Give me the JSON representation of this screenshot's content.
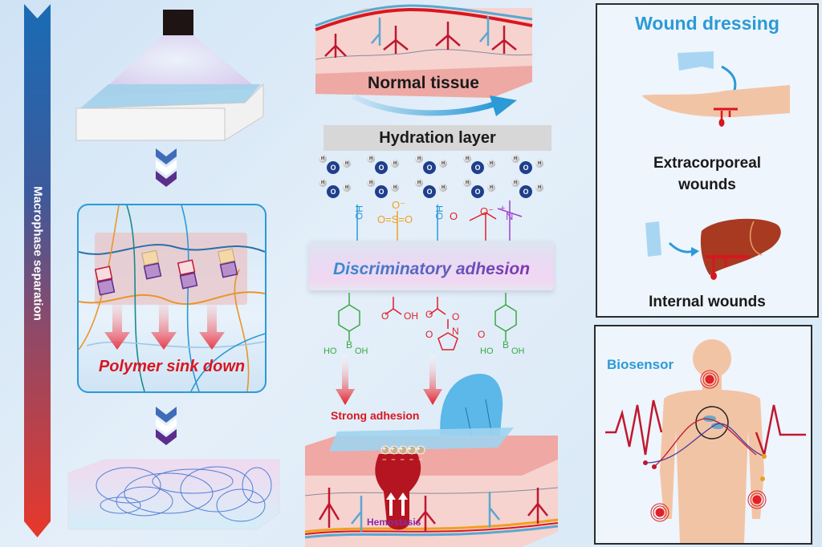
{
  "figure": {
    "side_arrow": {
      "label": "Macrophase separation",
      "color_top": "#1a6cb5",
      "color_bottom": "#e8382a"
    },
    "left_column": {
      "step1": {
        "name": "light-curing-mold"
      },
      "step2": {
        "label": "Polymer sink down"
      },
      "step3": {
        "name": "hydrogel-network"
      }
    },
    "middle_column": {
      "normal_tissue_label": "Normal tissue",
      "hydration_layer_label": "Hydration layer",
      "water": {
        "H": "H",
        "O": "O"
      },
      "top_groups": {
        "hydroxyl_1": "HO",
        "sulfonate": {
          "O_minus": "O⁻",
          "S": "S",
          "O": "O"
        },
        "hydroxyl_2": "HO",
        "carboxylate": {
          "O": "O",
          "O_minus": "O⁻"
        },
        "ammonium": {
          "N": "N",
          "charge": "+"
        }
      },
      "adhesion_label": "Discriminatory adhesion",
      "bottom_groups": {
        "boronic_acid": {
          "B": "B",
          "HO": "HO",
          "OH": "OH"
        },
        "carboxylic_acid": {
          "O": "O",
          "OH": "OH"
        },
        "nhs_ester": {
          "O": "O",
          "N": "N"
        }
      },
      "strong_adhesion_label": "Strong adhesion",
      "hemostasis_label": "Hemostasis",
      "charges": {
        "plus": "+",
        "minus": "−"
      }
    },
    "wound_panel": {
      "title": "Wound dressing",
      "extracorporeal_label_line1": "Extracorporeal",
      "extracorporeal_label_line2": "wounds",
      "internal_label": "Internal wounds"
    },
    "biosensor_panel": {
      "title": "Biosensor"
    },
    "colors": {
      "accent_blue": "#2b9ad6",
      "red": "#d9161f",
      "purple": "#8b2aa8",
      "skin": "#f2c4a6",
      "tissue_pink": "#f6d3cf",
      "text_dark": "#1a1a1a"
    }
  }
}
